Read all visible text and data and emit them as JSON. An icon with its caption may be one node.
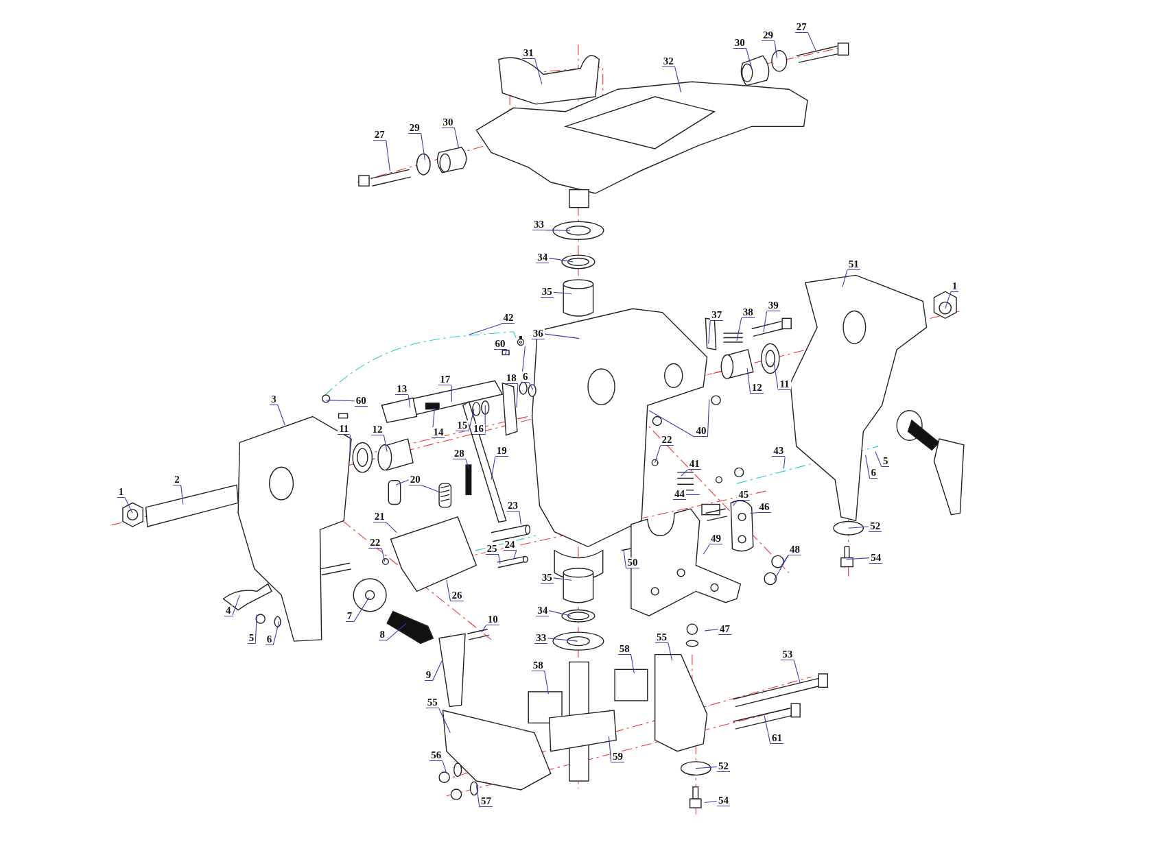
{
  "diagram": {
    "nodes": [
      {
        "text": [
          "27"
        ]
      },
      {
        "text": [
          "29"
        ]
      },
      {
        "text": [
          "30"
        ]
      },
      {
        "text": [
          "31"
        ]
      },
      {
        "text": [
          "32"
        ]
      },
      {
        "text": [
          "27"
        ]
      },
      {
        "text": [
          "29"
        ]
      },
      {
        "text": [
          "30"
        ]
      },
      {
        "text": [
          "33"
        ]
      },
      {
        "text": [
          "34"
        ]
      },
      {
        "text": [
          "35"
        ]
      },
      {
        "text": [
          "51"
        ]
      },
      {
        "text": [
          "1"
        ]
      },
      {
        "text": [
          "42"
        ]
      },
      {
        "text": [
          "37"
        ]
      },
      {
        "text": [
          "38"
        ]
      },
      {
        "text": [
          "39"
        ]
      },
      {
        "text": [
          "36"
        ]
      },
      {
        "text": [
          "60"
        ]
      },
      {
        "text": [
          "18"
        ]
      },
      {
        "text": [
          "6"
        ]
      },
      {
        "text": [
          "17"
        ]
      },
      {
        "text": [
          "13"
        ]
      },
      {
        "text": [
          "60"
        ]
      },
      {
        "text": [
          "3"
        ]
      },
      {
        "text": [
          "12"
        ]
      },
      {
        "text": [
          "11"
        ]
      },
      {
        "text": [
          "40"
        ]
      },
      {
        "text": [
          "14"
        ]
      },
      {
        "text": [
          "15"
        ]
      },
      {
        "text": [
          "16"
        ]
      },
      {
        "text": [
          "11"
        ]
      },
      {
        "text": [
          "12"
        ]
      },
      {
        "text": [
          "22"
        ]
      },
      {
        "text": [
          "43"
        ]
      },
      {
        "text": [
          "5"
        ]
      },
      {
        "text": [
          "6"
        ]
      },
      {
        "text": [
          "28"
        ]
      },
      {
        "text": [
          "19"
        ]
      },
      {
        "text": [
          "41"
        ]
      },
      {
        "text": [
          "1"
        ]
      },
      {
        "text": [
          "2"
        ]
      },
      {
        "text": [
          "20"
        ]
      },
      {
        "text": [
          "44"
        ]
      },
      {
        "text": [
          "45"
        ]
      },
      {
        "text": [
          "46"
        ]
      },
      {
        "text": [
          "21"
        ]
      },
      {
        "text": [
          "23"
        ]
      },
      {
        "text": [
          "52"
        ]
      },
      {
        "text": [
          "22"
        ]
      },
      {
        "text": [
          "24"
        ]
      },
      {
        "text": [
          "25"
        ]
      },
      {
        "text": [
          "49"
        ]
      },
      {
        "text": [
          "48"
        ]
      },
      {
        "text": [
          "50"
        ]
      },
      {
        "text": [
          "54"
        ]
      },
      {
        "text": [
          "35"
        ]
      },
      {
        "text": [
          "4"
        ]
      },
      {
        "text": [
          "7"
        ]
      },
      {
        "text": [
          "26"
        ]
      },
      {
        "text": [
          "10"
        ]
      },
      {
        "text": [
          "34"
        ]
      },
      {
        "text": [
          "5"
        ]
      },
      {
        "text": [
          "6"
        ]
      },
      {
        "text": [
          "8"
        ]
      },
      {
        "text": [
          "33"
        ]
      },
      {
        "text": [
          "47"
        ]
      },
      {
        "text": [
          "55"
        ]
      },
      {
        "text": [
          "58"
        ]
      },
      {
        "text": [
          "58"
        ]
      },
      {
        "text": [
          "53"
        ]
      },
      {
        "text": [
          "9"
        ]
      },
      {
        "text": [
          "55"
        ]
      },
      {
        "text": [
          "61"
        ]
      },
      {
        "text": [
          "59"
        ]
      },
      {
        "text": [
          "56"
        ]
      },
      {
        "text": [
          "52"
        ]
      },
      {
        "text": [
          "57"
        ]
      },
      {
        "text": [
          "54"
        ]
      },
      {
        "text": [],
        "shape": "picture"
      }
    ],
    "edges": [
      {
        "from": 0,
        "to": null,
        "arrow": "none"
      },
      {
        "from": 1,
        "to": null,
        "arrow": "none"
      },
      {
        "from": 2,
        "to": null,
        "arrow": "none"
      },
      {
        "from": 3,
        "to": null,
        "arrow": "none"
      },
      {
        "from": 4,
        "to": null,
        "arrow": "none"
      },
      {
        "from": 5,
        "to": null,
        "arrow": "none"
      },
      {
        "from": 6,
        "to": null,
        "arrow": "none"
      },
      {
        "from": 7,
        "to": null,
        "arrow": "none"
      },
      {
        "from": 8,
        "to": null,
        "arrow": "none"
      },
      {
        "from": 9,
        "to": null,
        "arrow": "none"
      },
      {
        "from": 10,
        "to": null,
        "arrow": "none"
      },
      {
        "from": 11,
        "to": null,
        "arrow": "none"
      },
      {
        "from": 12,
        "to": null,
        "arrow": "none"
      },
      {
        "from": 13,
        "to": null,
        "arrow": "none"
      },
      {
        "from": 14,
        "to": null,
        "arrow": "none"
      },
      {
        "from": 15,
        "to": null,
        "arrow": "none"
      },
      {
        "from": 16,
        "to": null,
        "arrow": "none"
      },
      {
        "from": 17,
        "to": null,
        "arrow": "none"
      },
      {
        "from": 18,
        "to": null,
        "arrow": "none"
      },
      {
        "from": 19,
        "to": null,
        "arrow": "none"
      },
      {
        "from": 20,
        "to": 79,
        "arrow": "none"
      },
      {
        "from": 20,
        "to": null,
        "arrow": "none"
      },
      {
        "from": 21,
        "to": null,
        "arrow": "none"
      },
      {
        "from": 22,
        "to": null,
        "arrow": "none"
      },
      {
        "from": 23,
        "to": null,
        "arrow": "none"
      },
      {
        "from": 24,
        "to": null,
        "arrow": "none"
      },
      {
        "from": 25,
        "to": null,
        "arrow": "none"
      },
      {
        "from": 26,
        "to": null,
        "arrow": "none"
      },
      {
        "from": 27,
        "to": null,
        "arrow": "none"
      },
      {
        "from": 27,
        "to": null,
        "arrow": "none"
      },
      {
        "from": 28,
        "to": null,
        "arrow": "none"
      },
      {
        "from": 29,
        "to": null,
        "arrow": "none"
      },
      {
        "from": 30,
        "to": null,
        "arrow": "none"
      },
      {
        "from": 31,
        "to": null,
        "arrow": "none"
      },
      {
        "from": 32,
        "to": null,
        "arrow": "none"
      },
      {
        "from": 33,
        "to": null,
        "arrow": "none"
      },
      {
        "from": 34,
        "to": null,
        "arrow": "none"
      },
      {
        "from": 35,
        "to": null,
        "arrow": "none"
      },
      {
        "from": 36,
        "to": null,
        "arrow": "none"
      },
      {
        "from": 37,
        "to": null,
        "arrow": "none"
      },
      {
        "from": 38,
        "to": null,
        "arrow": "none"
      },
      {
        "from": 39,
        "to": null,
        "arrow": "none"
      },
      {
        "from": 40,
        "to": null,
        "arrow": "none"
      },
      {
        "from": 41,
        "to": null,
        "arrow": "none"
      },
      {
        "from": 42,
        "to": null,
        "arrow": "none"
      },
      {
        "from": 42,
        "to": null,
        "arrow": "none"
      },
      {
        "from": 43,
        "to": null,
        "arrow": "none"
      },
      {
        "from": 44,
        "to": null,
        "arrow": "none"
      },
      {
        "from": 45,
        "to": null,
        "arrow": "none"
      },
      {
        "from": 46,
        "to": null,
        "arrow": "none"
      },
      {
        "from": 47,
        "to": null,
        "arrow": "none"
      },
      {
        "from": 48,
        "to": null,
        "arrow": "none"
      },
      {
        "from": 49,
        "to": null,
        "arrow": "none"
      },
      {
        "from": 50,
        "to": null,
        "arrow": "none"
      },
      {
        "from": 51,
        "to": null,
        "arrow": "none"
      },
      {
        "from": 52,
        "to": null,
        "arrow": "none"
      },
      {
        "from": 53,
        "to": null,
        "arrow": "none"
      },
      {
        "from": 53,
        "to": null,
        "arrow": "none"
      },
      {
        "from": 54,
        "to": null,
        "arrow": "none"
      },
      {
        "from": 55,
        "to": null,
        "arrow": "none"
      },
      {
        "from": 56,
        "to": null,
        "arrow": "none"
      },
      {
        "from": 57,
        "to": null,
        "arrow": "none"
      },
      {
        "from": 58,
        "to": null,
        "arrow": "none"
      },
      {
        "from": 59,
        "to": null,
        "arrow": "none"
      },
      {
        "from": 60,
        "to": null,
        "arrow": "none"
      },
      {
        "from": 61,
        "to": null,
        "arrow": "none"
      },
      {
        "from": 62,
        "to": null,
        "arrow": "none"
      },
      {
        "from": 63,
        "to": null,
        "arrow": "none"
      },
      {
        "from": 64,
        "to": null,
        "arrow": "none"
      },
      {
        "from": 65,
        "to": null,
        "arrow": "none"
      },
      {
        "from": 66,
        "to": null,
        "arrow": "none"
      },
      {
        "from": 67,
        "to": null,
        "arrow": "none"
      },
      {
        "from": 68,
        "to": null,
        "arrow": "none"
      },
      {
        "from": 69,
        "to": null,
        "arrow": "none"
      },
      {
        "from": 70,
        "to": null,
        "arrow": "none"
      },
      {
        "from": 71,
        "to": null,
        "arrow": "none"
      },
      {
        "from": 72,
        "to": null,
        "arrow": "none"
      },
      {
        "from": 73,
        "to": null,
        "arrow": "none"
      },
      {
        "from": 74,
        "to": null,
        "arrow": "none"
      },
      {
        "from": 75,
        "to": null,
        "arrow": "none"
      },
      {
        "from": 76,
        "to": null,
        "arrow": "none"
      },
      {
        "from": 77,
        "to": null,
        "arrow": "none"
      },
      {
        "from": 78,
        "to": null,
        "arrow": "none"
      }
    ]
  }
}
